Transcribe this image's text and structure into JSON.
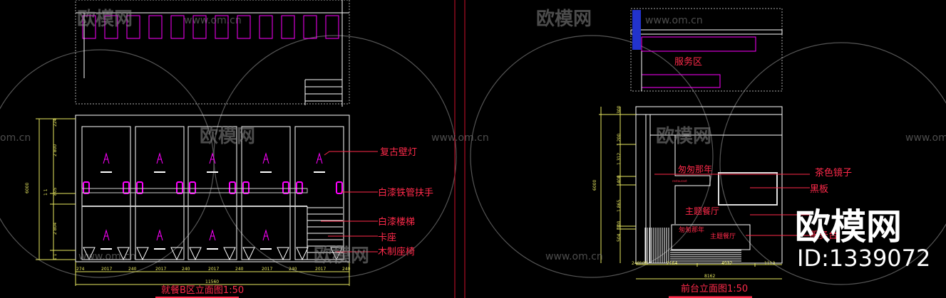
{
  "watermark": {
    "site": "www.om.cn",
    "site_short": "om.cn",
    "brand": "欧模网",
    "big_brand": "欧模网",
    "id_label": "ID:1339072"
  },
  "left_drawing": {
    "title": "就餐B区立面图1:50",
    "labels": [
      "复古壁灯",
      "白漆铁管扶手",
      "白漆楼梯",
      "卡座",
      "木制座椅"
    ],
    "dims_bottom": [
      "274",
      "2017",
      "240",
      "2017",
      "240",
      "2017",
      "240",
      "2017",
      "240",
      "2017",
      "240"
    ],
    "dim_total": "11560",
    "dims_left": [
      "224",
      "2 800",
      "805",
      "1 1",
      "2 804",
      "1 1"
    ],
    "height_total": "6000"
  },
  "right_drawing": {
    "title": "前台立面图1:50",
    "top_label": "服务区",
    "labels": [
      "茶色镜子",
      "黑板",
      "服务台"
    ],
    "sign_text": "匆匆那年",
    "sign_sub": "restaurant",
    "theme_text": "主题餐厅",
    "counter_text1": "匆匆那年",
    "counter_text2": "主题餐厅",
    "dims_bottom": [
      "240",
      "100",
      "2164",
      "4932",
      "1113"
    ],
    "dim_total": "8162",
    "dims_left": [
      "300",
      "1 200",
      "1 312",
      "400",
      "1 865",
      "100",
      "504"
    ],
    "height_total": "6000"
  },
  "colors": {
    "background": "#000000",
    "line": "#ffffff",
    "magenta": "#ff00ff",
    "dimension": "#e8e860",
    "label": "#ff2a4a",
    "border": "#d0102a"
  }
}
